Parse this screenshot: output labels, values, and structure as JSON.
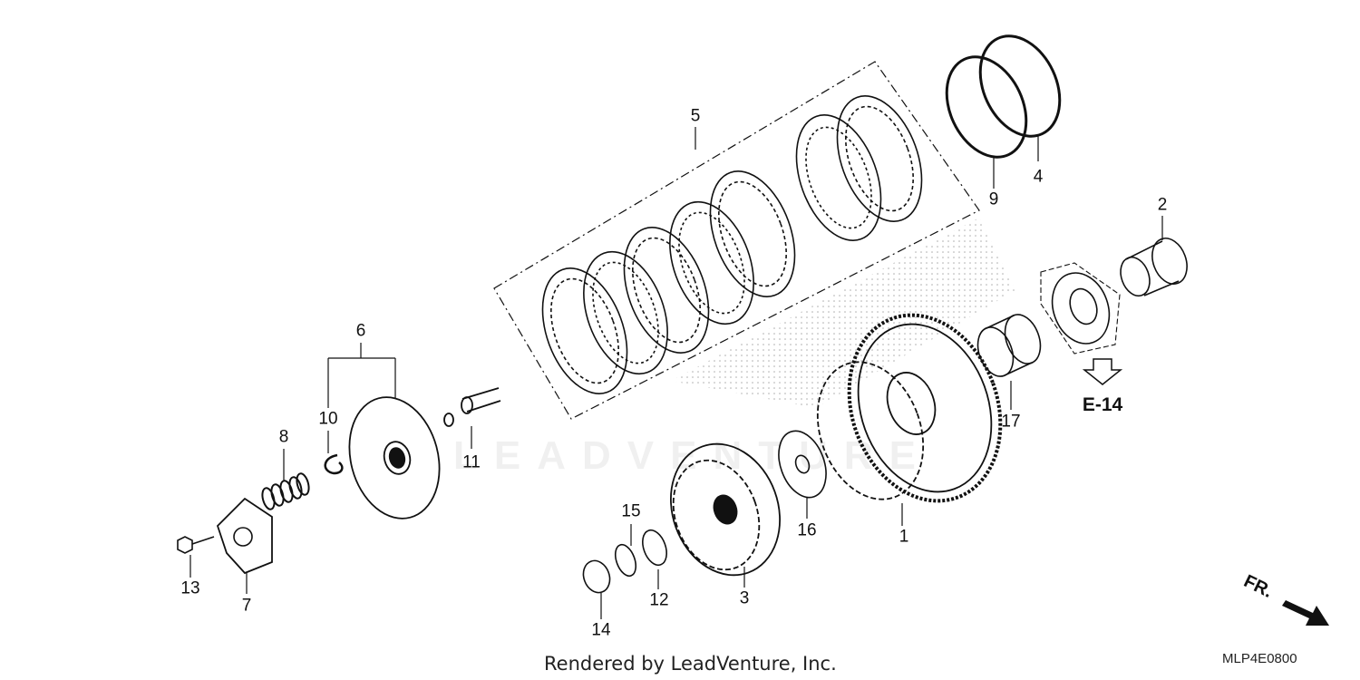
{
  "callouts": {
    "p1": "1",
    "p2": "2",
    "p3": "3",
    "p4": "4",
    "p5": "5",
    "p6": "6",
    "p7": "7",
    "p8": "8",
    "p9": "9",
    "p10": "10",
    "p11": "11",
    "p12": "12",
    "p13": "13",
    "p14": "14",
    "p15": "15",
    "p16": "16",
    "p17": "17"
  },
  "reference": "E-14",
  "direction_label": "FR.",
  "credit": "Rendered by LeadVenture, Inc.",
  "diagram_code": "MLP4E0800",
  "watermark": "LEADVENTURE",
  "colors": {
    "line": "#111111",
    "background": "#ffffff"
  }
}
